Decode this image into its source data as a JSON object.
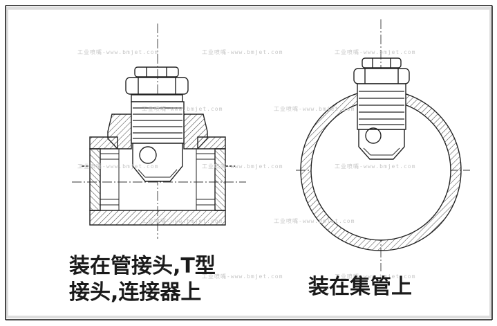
{
  "captions": {
    "left_line1": "装在管接头,T型",
    "left_line2": "接头,连接器上",
    "right": "装在集管上"
  },
  "watermark": "工业喷嘴-www.bmjet.com",
  "colors": {
    "stroke": "#222222",
    "hatch": "#555555",
    "frame": "#111111",
    "watermark": "#c6c6c6"
  }
}
